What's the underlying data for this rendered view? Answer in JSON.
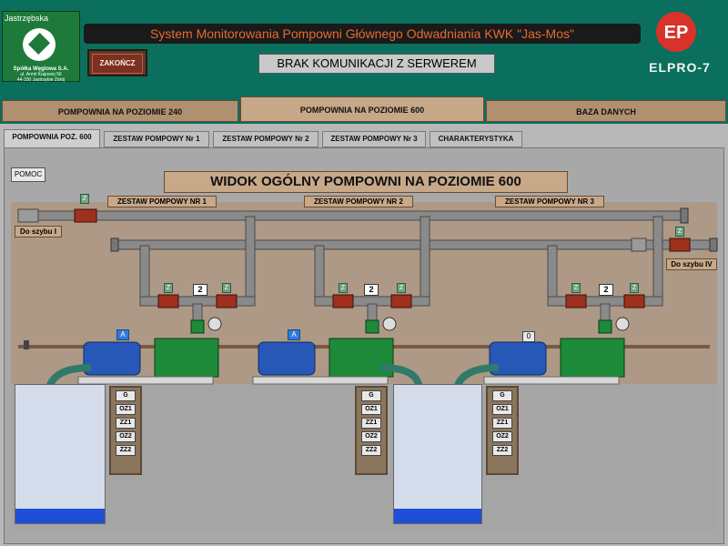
{
  "header": {
    "logo_name": "Jastrzębska",
    "logo_company": "Spółka Węglowa S.A.",
    "logo_address": [
      "ul. Armii Krajowej 56",
      "44-330 Jastrzębie Zdrój"
    ],
    "system_title": "System Monitorowania Pompowni Głównego Odwadniania KWK \"Jas-Mos\"",
    "exit_label": "ZAKOŃCZ",
    "status_message": "BRAK KOMUNIKACJI Z SERWEREM",
    "brand_name": "ELPRO-7",
    "colors": {
      "title_text": "#e86b2e",
      "header_bg": "#0b6f5d"
    }
  },
  "main_tabs": [
    {
      "label": "POMPOWNIA NA POZIOMIE 240",
      "active": false
    },
    {
      "label": "POMPOWNIA NA POZIOMIE 600",
      "active": true
    },
    {
      "label": "BAZA DANYCH",
      "active": false
    }
  ],
  "sub_tabs": [
    {
      "label": "POMPOWNIA POZ. 600",
      "active": true
    },
    {
      "label": "ZESTAW POMPOWY Nr 1",
      "active": false
    },
    {
      "label": "ZESTAW POMPOWY Nr 2",
      "active": false
    },
    {
      "label": "ZESTAW POMPOWY Nr 3",
      "active": false
    },
    {
      "label": "CHARAKTERYSTYKA",
      "active": false
    }
  ],
  "panel": {
    "help_label": "POMOC",
    "view_title": "WIDOK OGÓLNY POMPOWNI NA POZIOMIE 600",
    "shaft_left": "Do szybu I",
    "shaft_right": "Do szybu IV",
    "pump_sets": [
      {
        "label": "ZESTAW POMPOWY NR 1",
        "value": "2",
        "motor_badge": "A",
        "z_label": "Z"
      },
      {
        "label": "ZESTAW POMPOWY NR 2",
        "value": "2",
        "motor_badge": "A",
        "z_label": "Z"
      },
      {
        "label": "ZESTAW POMPOWY NR 3",
        "value": "2",
        "motor_badge": "0",
        "z_label": "Z"
      }
    ],
    "status_indicators": [
      "G",
      "OZ1",
      "ZZ1",
      "OZ2",
      "ZZ2"
    ],
    "colors": {
      "pipe": "#8a8a8a",
      "valve": "#a0301e",
      "motor": "#2758b8",
      "pump": "#1d8a3a",
      "water": "#1e4fd6",
      "hose": "#2f7a68"
    }
  }
}
